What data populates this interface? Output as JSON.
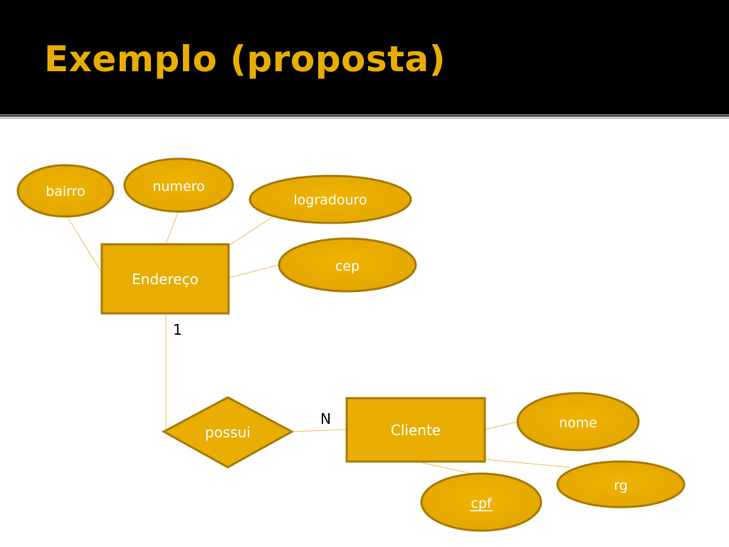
{
  "slide": {
    "title": "Exemplo (proposta)"
  },
  "colors": {
    "title_bar": "#000000",
    "title_text": "#e8ad00",
    "shape_fill": "#e8ad00",
    "shape_border": "#b8860b",
    "connector": "#e8c060"
  },
  "diagram": {
    "entities": [
      {
        "id": "endereco",
        "label": "Endereço"
      },
      {
        "id": "cliente",
        "label": "Cliente"
      }
    ],
    "relationships": [
      {
        "id": "possui",
        "label": "possui"
      }
    ],
    "attributes": [
      {
        "id": "bairro",
        "label": "bairro",
        "entity": "endereco",
        "key": false
      },
      {
        "id": "numero",
        "label": "numero",
        "entity": "endereco",
        "key": false
      },
      {
        "id": "logradouro",
        "label": "logradouro",
        "entity": "endereco",
        "key": false
      },
      {
        "id": "cep",
        "label": "cep",
        "entity": "endereco",
        "key": false
      },
      {
        "id": "nome",
        "label": "nome",
        "entity": "cliente",
        "key": false
      },
      {
        "id": "rg",
        "label": "rg",
        "entity": "cliente",
        "key": false
      },
      {
        "id": "cpf",
        "label": "cpf",
        "entity": "cliente",
        "key": true
      }
    ],
    "cardinalities": [
      {
        "id": "endereco-side",
        "label": "1"
      },
      {
        "id": "cliente-side",
        "label": "N"
      }
    ]
  }
}
